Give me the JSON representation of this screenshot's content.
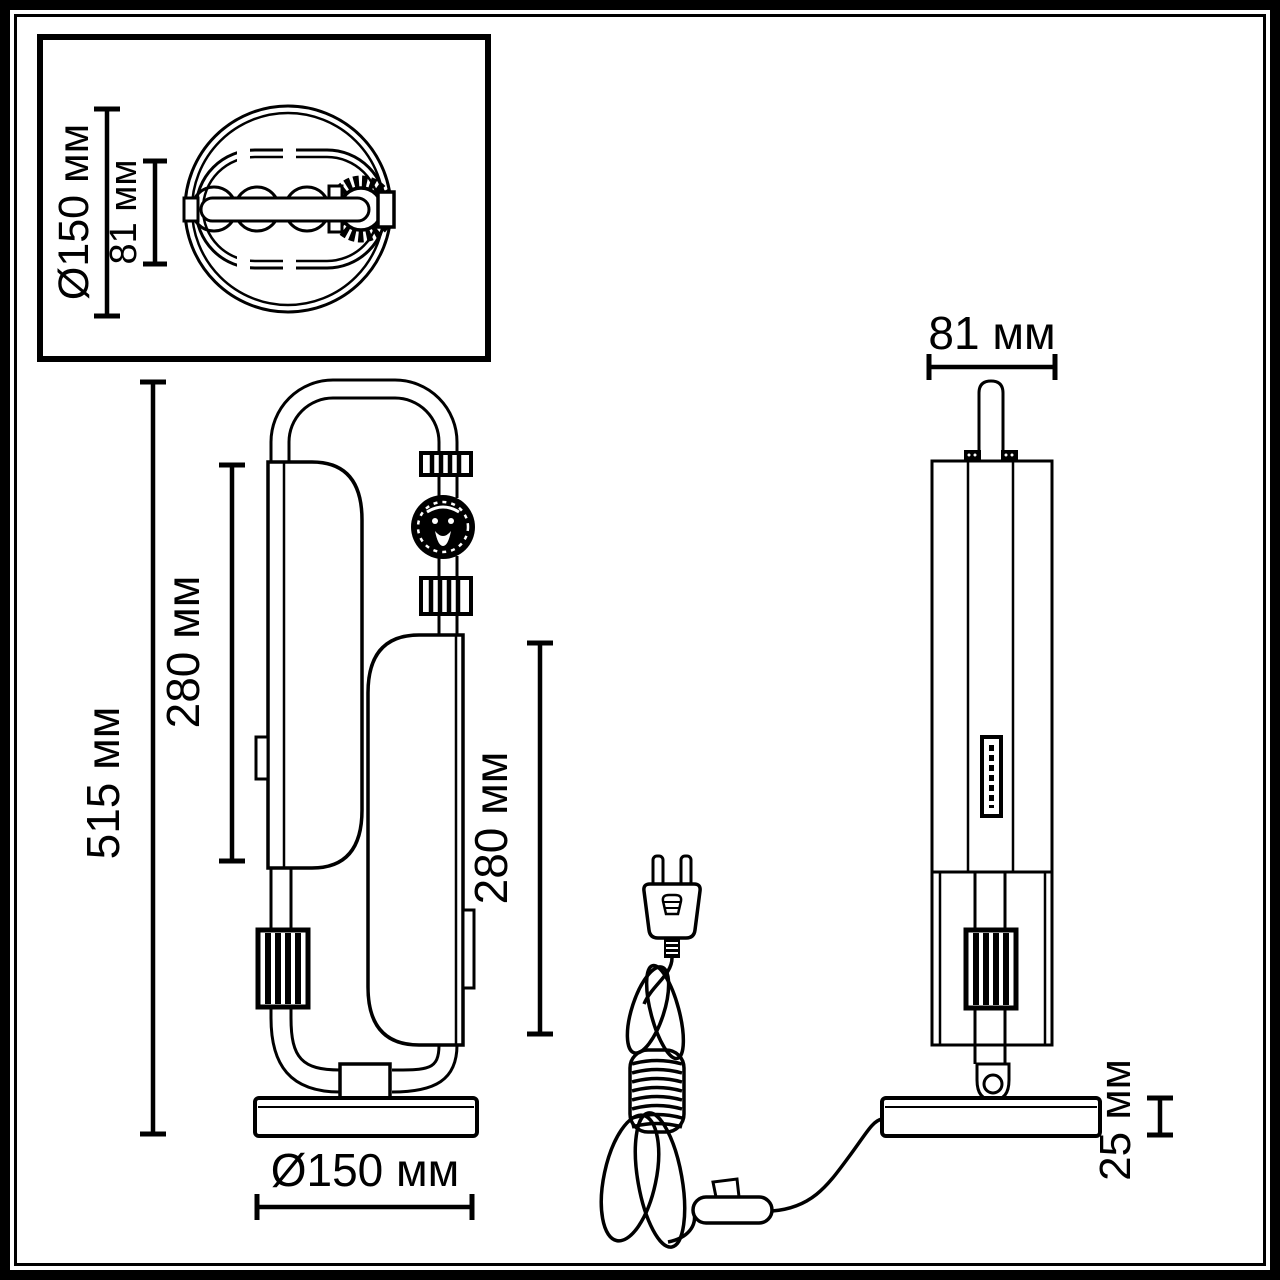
{
  "colors": {
    "line": "#000000",
    "background": "#ffffff"
  },
  "views": {
    "inset_top_view": {
      "diameter_label": "Ø150 мм",
      "lamp_width_label": "81 мм"
    },
    "side_view": {
      "total_height_label": "515 мм",
      "left_shade_length_label": "280 мм",
      "right_shade_length_label": "280 мм",
      "base_diameter_label": "Ø150 мм"
    },
    "front_view": {
      "width_label": "81 мм",
      "base_thickness_label": "25 мм"
    }
  }
}
